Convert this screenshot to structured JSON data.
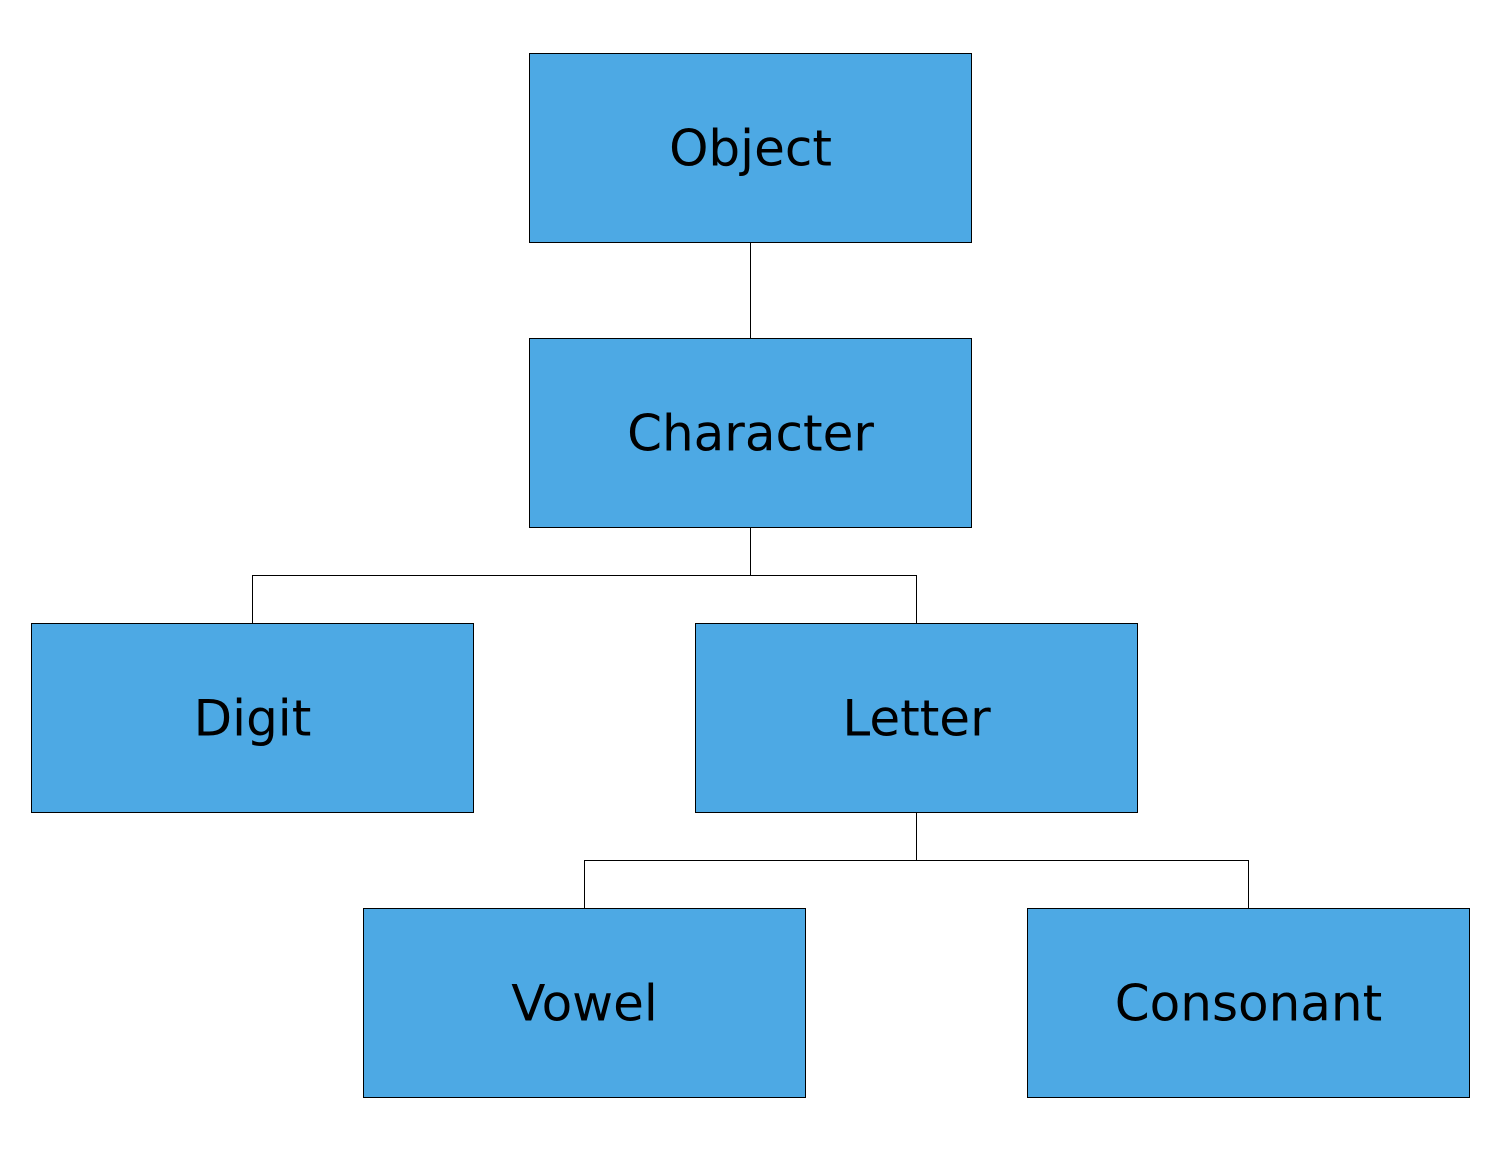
{
  "diagram": {
    "box_fill": "#4DA9E4",
    "nodes": {
      "object": "Object",
      "character": "Character",
      "digit": "Digit",
      "letter": "Letter",
      "vowel": "Vowel",
      "consonant": "Consonant"
    },
    "edges": [
      [
        "object",
        "character"
      ],
      [
        "character",
        "digit"
      ],
      [
        "character",
        "letter"
      ],
      [
        "letter",
        "vowel"
      ],
      [
        "letter",
        "consonant"
      ]
    ]
  }
}
